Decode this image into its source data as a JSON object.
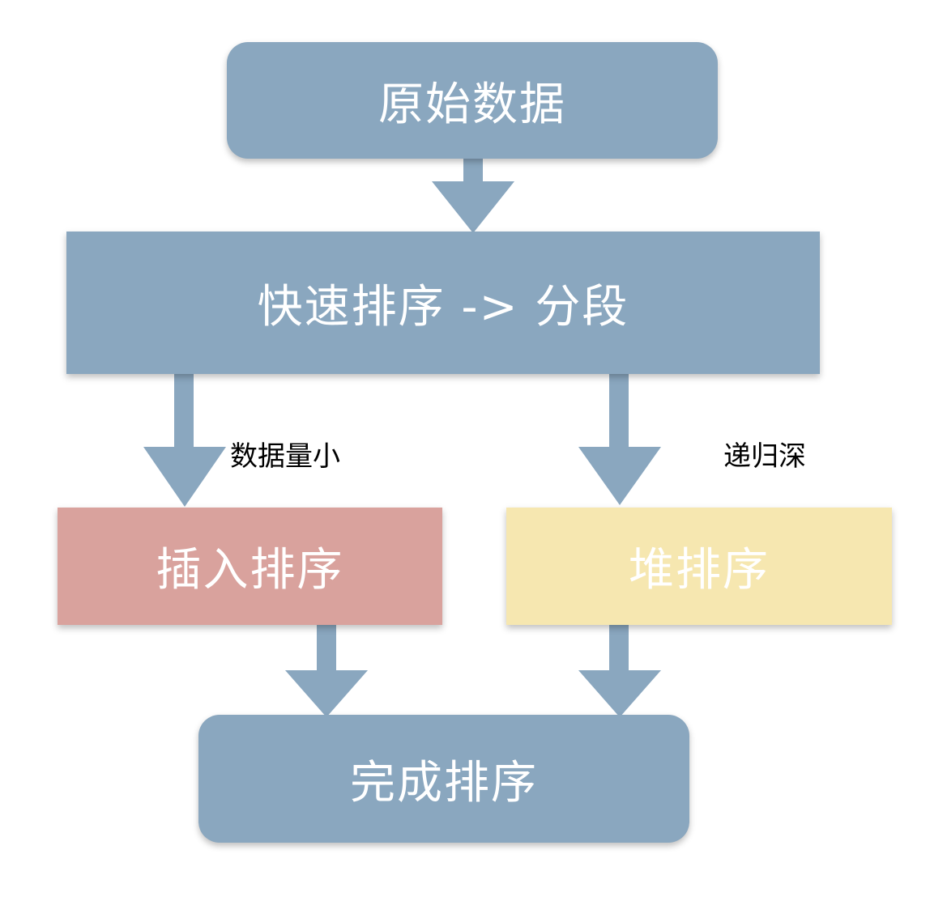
{
  "colors": {
    "node_blue": "#8aa7bf",
    "node_red": "#d9a29d",
    "node_yellow": "#f6e7b0",
    "arrow": "#8aa7bf",
    "text": "#ffffff",
    "label_text": "#000000"
  },
  "nodes": {
    "raw_data": "原始数据",
    "quicksort_partition": "快速排序 -> 分段",
    "insertion_sort": "插入排序",
    "heap_sort": "堆排序",
    "sort_complete": "完成排序"
  },
  "edge_labels": {
    "small_data": "数据量小",
    "deep_recursion": "递归深"
  }
}
